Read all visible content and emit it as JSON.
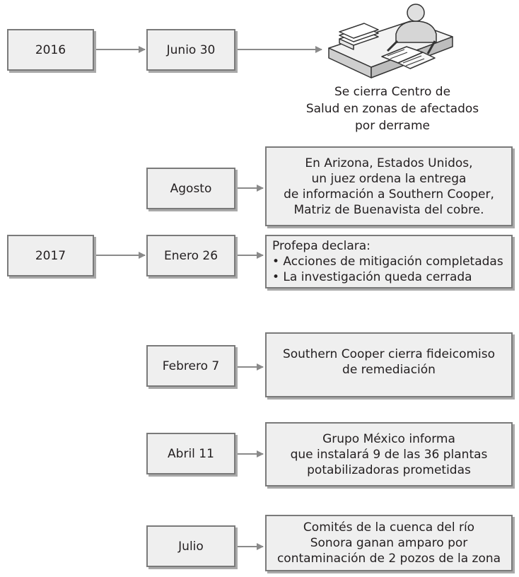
{
  "years": [
    "2016",
    "2017"
  ],
  "events": [
    {
      "date": "Junio 30",
      "text": [
        "Se cierra Centro de",
        "Salud en zonas de afectados",
        "por derrame"
      ]
    },
    {
      "date": "Agosto",
      "text": [
        "En Arizona, Estados Unidos,",
        "un juez ordena la entrega",
        "de información a Southern Cooper,",
        "Matriz de Buenavista del cobre."
      ]
    },
    {
      "date": "Enero 26",
      "text": [
        "Profepa declara:",
        "• Acciones de mitigación completadas",
        "• La investigación queda cerrada"
      ]
    },
    {
      "date": "Febrero 7",
      "text": [
        "Southern Cooper cierra fideicomiso",
        "de remediación"
      ]
    },
    {
      "date": "Abril 11",
      "text": [
        "Grupo México informa",
        "que instalará 9 de las 36 plantas",
        "potabilizadoras prometidas"
      ]
    },
    {
      "date": "Julio",
      "text": [
        "Comités de la cuenca del río",
        "Sonora ganan amparo por",
        "contaminación de 2 pozos de la zona"
      ]
    }
  ],
  "icons": {
    "clerk": "person-at-desk-with-papers-icon"
  },
  "colors": {
    "box_fill": "#efefef",
    "box_border": "#7a7a7a",
    "arrow": "#8a8a8a"
  }
}
